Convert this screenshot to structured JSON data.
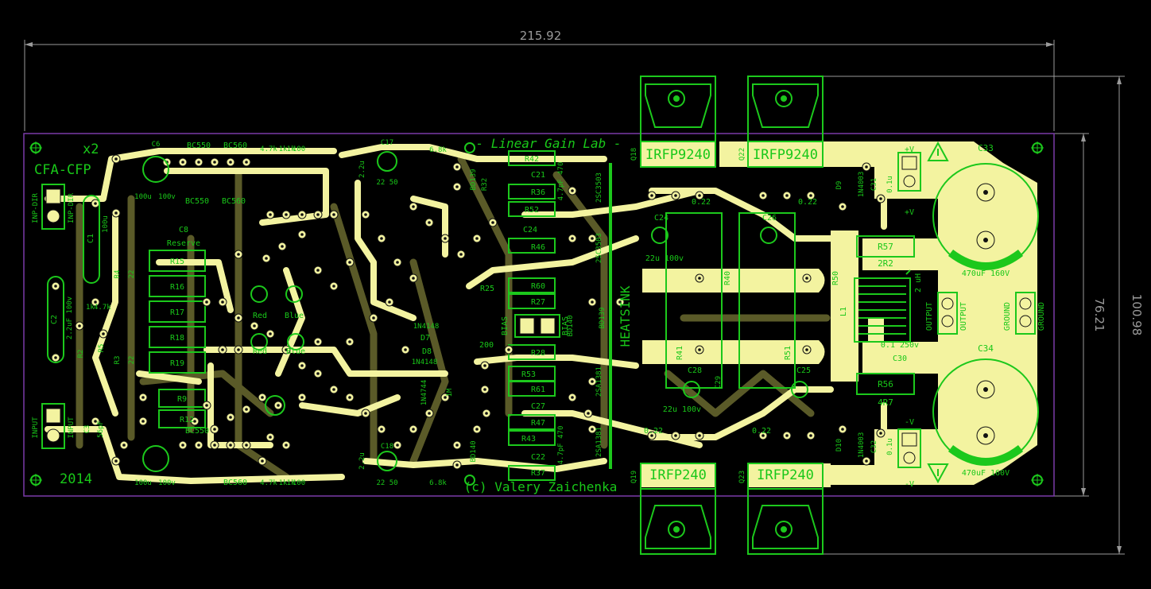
{
  "dimensions": {
    "width": "215.92",
    "height_outer": "100.98",
    "height_inner": "76.21"
  },
  "titles": {
    "lab": "- Linear Gain Lab -",
    "copyright": "(c) Valery Zaichenka",
    "year": "2014",
    "board": "CFA-CFP",
    "multiplier": "x2",
    "heatsink": "HEATSINK"
  },
  "connectors": {
    "inp_dir": "INP-DIR",
    "inp_dir2": "INP-DIR",
    "input": "INPUT",
    "input2": "INPUT",
    "output": "OUTPUT",
    "output2": "OUTPUT",
    "ground": "GROUND",
    "ground2": "GROUND",
    "plus_v": "+V",
    "plus_v2": "+V",
    "minus_v": "-V",
    "minus_v2": "-V"
  },
  "transistors": {
    "q18": "IRFP9240",
    "q22": "IRFP9240",
    "q19": "IRFP240",
    "q23": "IRFP240",
    "q18_ref": "Q18",
    "q22_ref": "Q22",
    "q19_ref": "Q19",
    "q23_ref": "Q23"
  },
  "big_caps": {
    "c33": "C33",
    "c34": "C34",
    "c33_val": "470uF 160V",
    "c34_val": "470uF 160V"
  },
  "right_section": {
    "r57": "R57",
    "r57_val": "2R2",
    "r56": "R56",
    "r56_val": "4R7",
    "l1": "L1",
    "l1_val": "2 uH",
    "c30": "C30",
    "c30_val": "0.1 250v",
    "d9": "D9",
    "d10": "D10",
    "d9_val": "1N4003",
    "d10_val": "1N4003",
    "c31_val": "0.1u",
    "c32_val": "0.1u",
    "c31": "C31",
    "c32": "C32"
  },
  "left_section": {
    "c1": "C1",
    "c1_val": "100u",
    "c2": "C2",
    "c2_val": "2.2uF 100v",
    "c3": "C3",
    "c3_val": "56pF",
    "c6": "C6",
    "c8": "C8",
    "reserve": "Reserve",
    "r1_val": "1k",
    "r2": "R2",
    "r3": "R3",
    "r4": "R4",
    "r4_val": "22",
    "r3_val": "22",
    "r47k": "4.7k",
    "r5": "R5",
    "r15": "R15",
    "r16": "R16",
    "r17": "R17",
    "r18": "R18",
    "r19": "R19",
    "r9": "R9",
    "r12": "R12"
  },
  "mid_section": {
    "bc550": "BC550",
    "bc560": "BC560",
    "bc560b": "BC560",
    "bc550b": "BC550",
    "bc550c": "BC550",
    "bc560c": "BC560",
    "k47": "4.7k",
    "k1": "1k",
    "k1b": "1k",
    "h100": "100",
    "k47b": "4.7k",
    "k1c": "1k",
    "k1d": "1k",
    "h100b": "100",
    "c100u_a": "100u",
    "c100v_a": "100v",
    "c100u_b": "100u",
    "c100v_b": "100v",
    "red1": "Red",
    "red2": "Red",
    "blue1": "Blue",
    "blue2": "Blue",
    "c17": "C17",
    "c18": "C18",
    "c17_val": "22 50",
    "c18_val": "22 50",
    "k68": "6.8k",
    "k68b": "6.8k",
    "c22u": "2.2u",
    "c22ub": "2.2u"
  },
  "driver_section": {
    "r42": "R42",
    "r36": "R36",
    "r52": "R52",
    "r46": "R46",
    "r60": "R60",
    "r27": "R27",
    "r28": "R28",
    "r53": "R53",
    "r61": "R61",
    "r47": "R47",
    "r43": "R43",
    "r37": "R37",
    "r25": "R25",
    "r32": "R32",
    "c21": "C21",
    "c27": "C27",
    "c24b": "C24",
    "c26": "C26",
    "c22": "C22",
    "bd139": "BD139",
    "bd140": "BD140",
    "bd139b": "BD139",
    "bd140b": "BD140",
    "bias": "BIAS",
    "bias2": "BIAS",
    "pot200": "200",
    "sa1381": "2SA1381",
    "sc3503": "2SC3503",
    "sc3503b": "2SC3503",
    "sa1381b": "2SA1381",
    "c24": "C24",
    "c25": "C25",
    "c28": "C28",
    "c29": "C29",
    "c22u100": "22u 100v",
    "c22u100b": "22u 100v",
    "r40": "R40",
    "r41": "R41",
    "r50": "R50",
    "r51": "R51",
    "r0_22a": "0.22",
    "r0_22b": "0.22",
    "r0_22c": "0.22",
    "r0_22d": "0.22",
    "d7": "D7",
    "d8": "D8",
    "in4148": "1N4148",
    "in4148b": "1N4148",
    "in4744": "1N4744",
    "m1": "1M",
    "pf47": "4.7pF 470",
    "pf47b": "4.7pF 470"
  }
}
